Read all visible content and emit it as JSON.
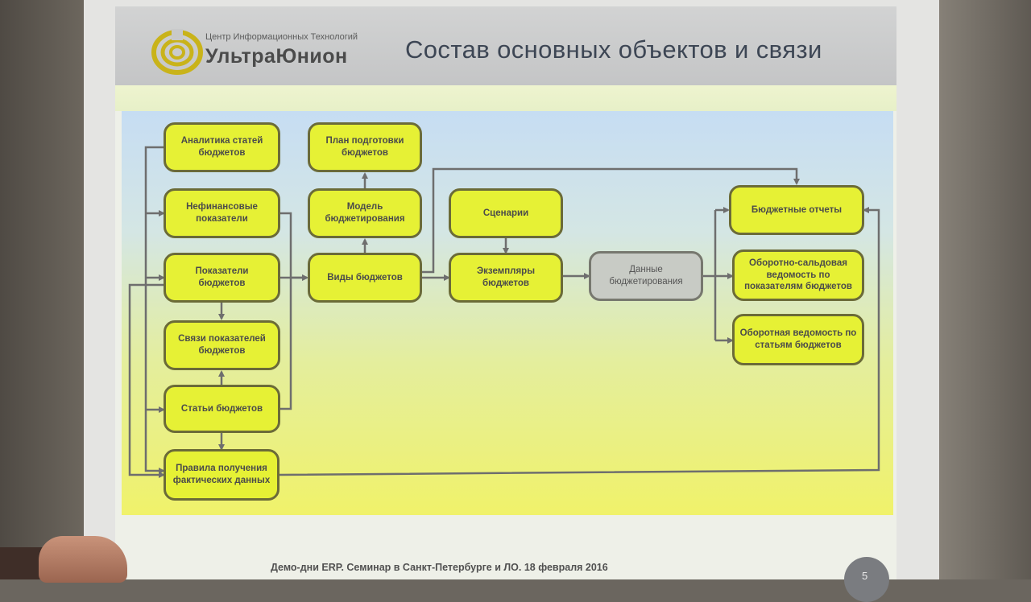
{
  "header": {
    "company_subtitle": "Центр Информационных Технологий",
    "company_name": "УльтраЮнион",
    "title": "Состав основных объектов и связи"
  },
  "diagram": {
    "boxes": {
      "analytics": "Аналитика статей бюджетов",
      "nonfinancial": "Нефинансовые показатели",
      "indicators": "Показатели бюджетов",
      "indicator_links": "Связи показателей бюджетов",
      "budget_items": "Статьи бюджетов",
      "actual_rules": "Правила получения фактических данных",
      "prep_plan": "План подготовки бюджетов",
      "model": "Модель бюджетирования",
      "budget_types": "Виды бюджетов",
      "scenarios": "Сценарии",
      "instances": "Экземпляры бюджетов",
      "budget_data": "Данные бюджетирования",
      "reports": "Бюджетные отчеты",
      "turnover_balance": "Оборотно-сальдовая ведомость по показателям бюджетов",
      "turnover_items": "Оборотная ведомость по статьям бюджетов"
    },
    "colors": {
      "box_fill": "#e6f135",
      "box_border": "#6b6b38",
      "gray_box_fill": "#c8cbc5",
      "arrow": "#6e6e6e"
    }
  },
  "footer": {
    "text": "Демо-дни ERP.  Семинар в Санкт-Петербурге и ЛО.  18 февраля 2016",
    "page_number": "5"
  }
}
